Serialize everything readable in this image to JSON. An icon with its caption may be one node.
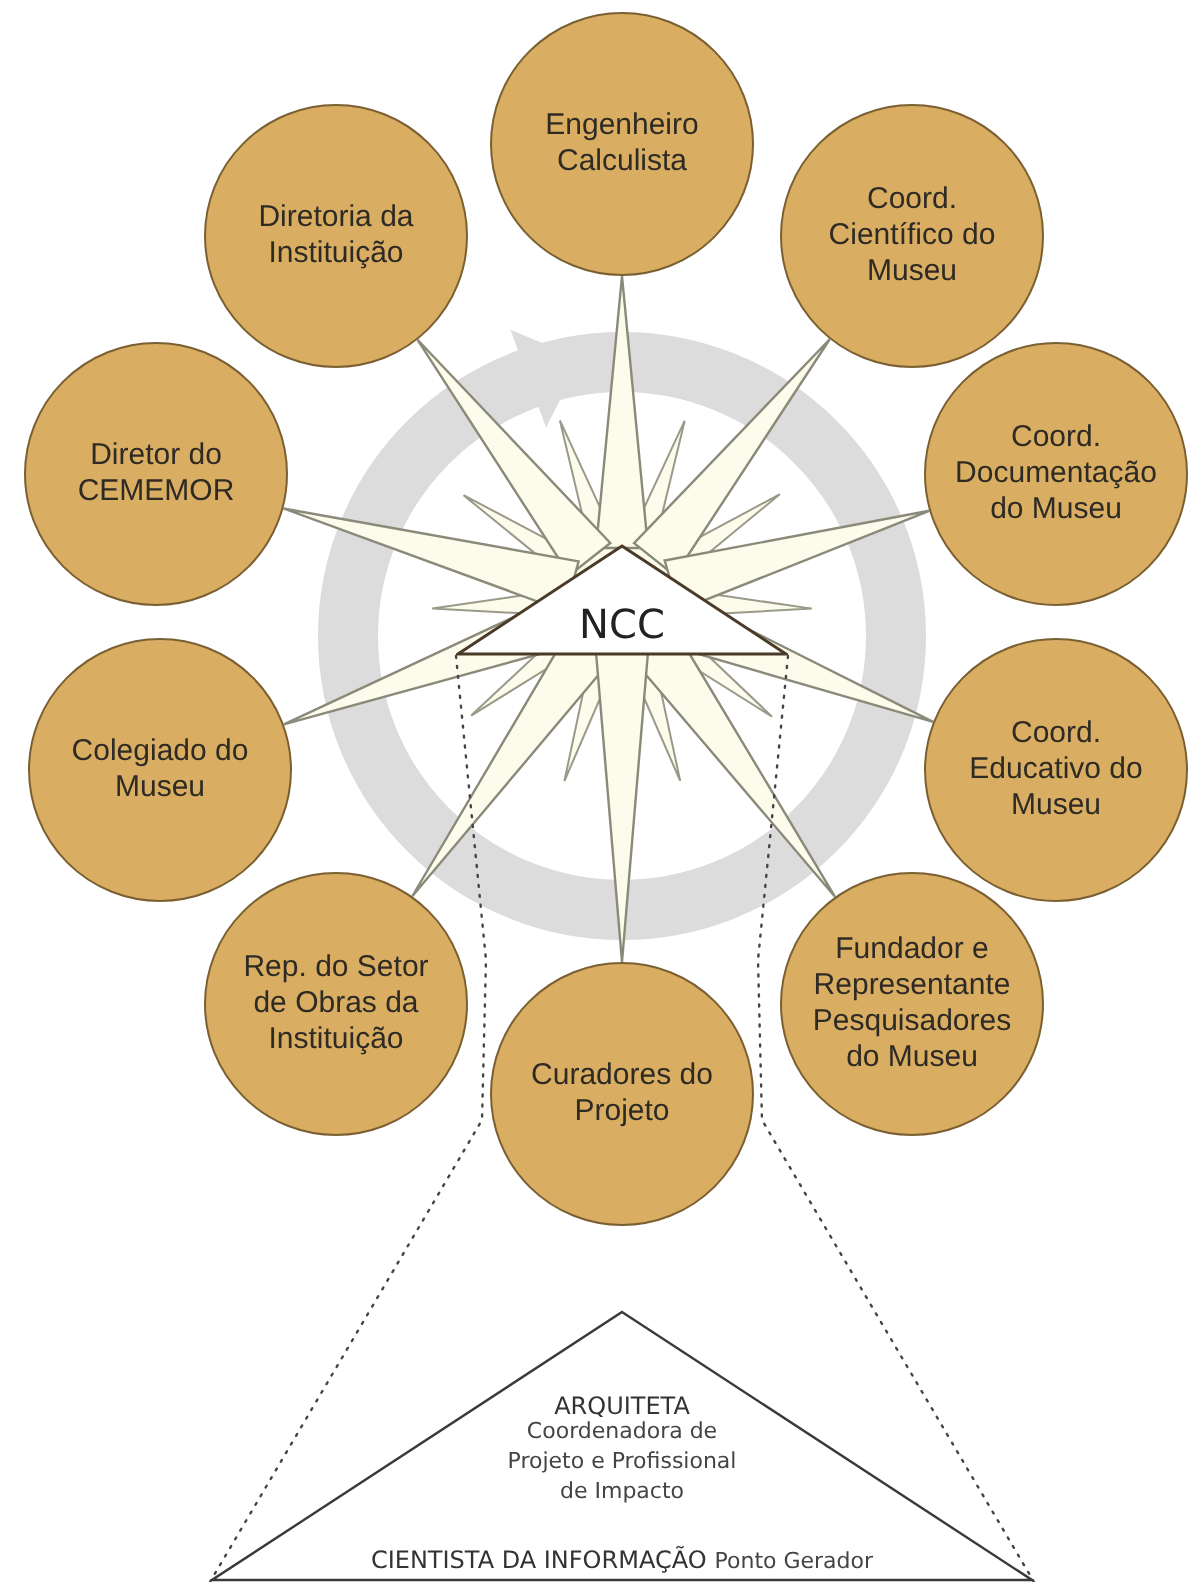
{
  "diagram": {
    "nodes": [
      {
        "text": [
          "Engenheiro Calculista"
        ]
      },
      {
        "text": [
          "Diretoria da Instituição"
        ]
      },
      {
        "text": [
          "Coord. Científico do Museu"
        ]
      },
      {
        "text": [
          "Diretor do CEMEMOR"
        ]
      },
      {
        "text": [
          "Coord. Documentação do Museu"
        ]
      },
      {
        "text": [
          "NCC"
        ]
      },
      {
        "text": [
          "Colegiado do Museu"
        ]
      },
      {
        "text": [
          "Coord. Educativo do Museu"
        ]
      },
      {
        "text": [
          "Rep. do Setor de Obras da Instituição"
        ]
      },
      {
        "text": [
          "Fundador e Representante Pesquisadores do Museu"
        ]
      },
      {
        "text": [
          "Curadores do Projeto"
        ]
      },
      {
        "text": [
          "ARQUITETA",
          "Coordenadora de Projeto e Profissional de Impacto",
          "CIENTISTA DA INFORMAÇÃO",
          "Ponto Gerador"
        ]
      }
    ],
    "edges": [
      {
        "from": 5,
        "to": 0,
        "arrow": "none"
      },
      {
        "from": 5,
        "to": 1,
        "arrow": "none"
      },
      {
        "from": 5,
        "to": 2,
        "arrow": "none"
      },
      {
        "from": 5,
        "to": 3,
        "arrow": "none"
      },
      {
        "from": 5,
        "to": 4,
        "arrow": "none"
      },
      {
        "from": 5,
        "to": 6,
        "arrow": "none"
      },
      {
        "from": 5,
        "to": 7,
        "arrow": "none"
      },
      {
        "from": 5,
        "to": 8,
        "arrow": "none"
      },
      {
        "from": 5,
        "to": 9,
        "arrow": "none"
      },
      {
        "from": 5,
        "to": 10,
        "arrow": "none"
      },
      {
        "from": 5,
        "to": 11,
        "arrow": "none",
        "style": "dashed"
      },
      {
        "from": 5,
        "to": 11,
        "arrow": "none",
        "style": "dashed"
      }
    ]
  }
}
